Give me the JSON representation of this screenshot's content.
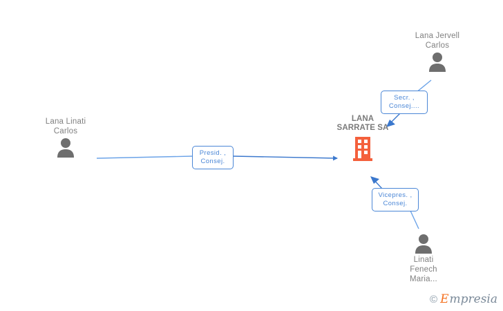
{
  "diagram": {
    "background_color": "#ffffff",
    "accent_color": "#4a86d6",
    "company_color": "#f4603c",
    "person_color": "#6e6e6e",
    "text_color": "#808080"
  },
  "company": {
    "name": "LANA\nSARRATE SA",
    "icon": "building-icon"
  },
  "people": [
    {
      "id": "lana-linati-carlos",
      "name": "Lana Linati\nCarlos",
      "icon": "person-icon",
      "role_label": "Presid. ,\nConsej."
    },
    {
      "id": "lana-jervell-carlos",
      "name": "Lana Jervell\nCarlos",
      "icon": "person-icon",
      "role_label": "Secr. ,\nConsej...."
    },
    {
      "id": "linati-fenech-maria",
      "name": "Linati\nFenech\nMaria...",
      "icon": "person-icon",
      "role_label": "Vicepres. ,\nConsej."
    }
  ],
  "watermark": {
    "copyright": "©",
    "brand_initial": "E",
    "brand_rest": "mpresia"
  }
}
